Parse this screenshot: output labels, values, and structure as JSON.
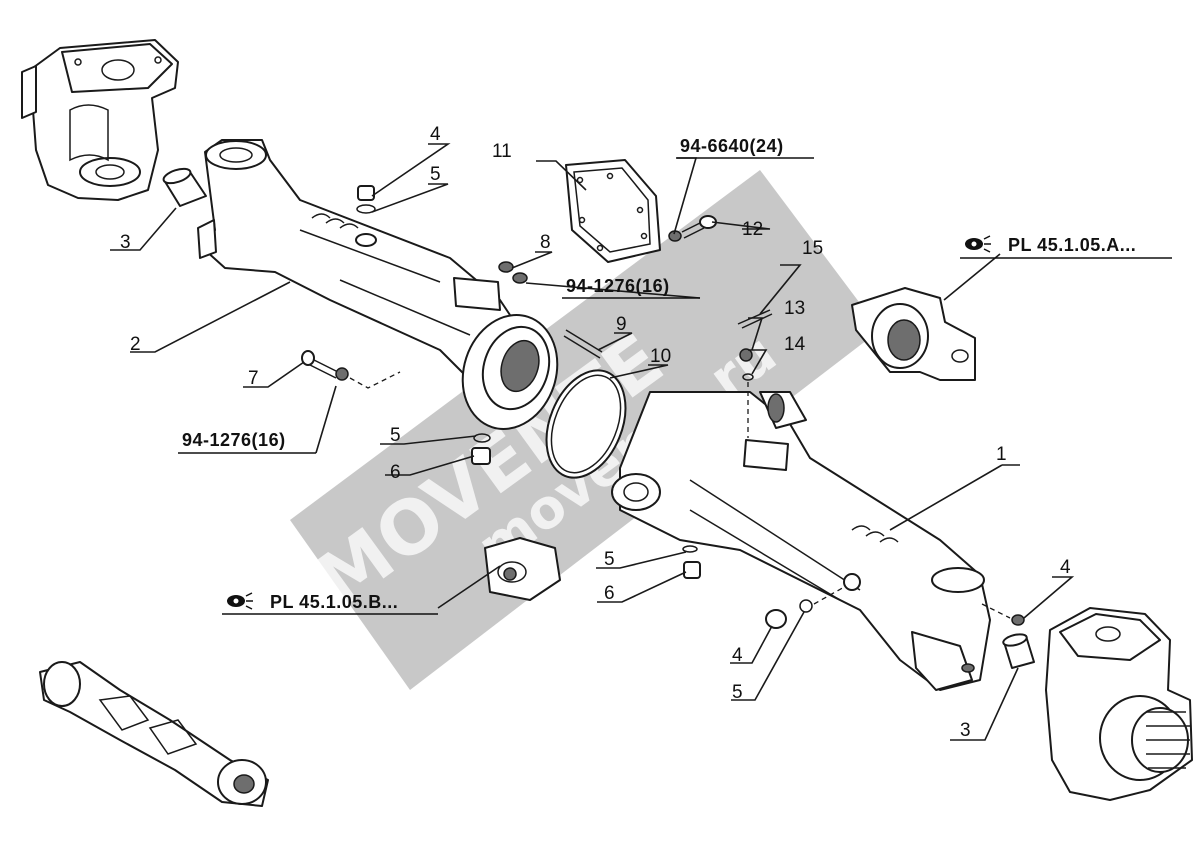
{
  "watermark": {
    "brand": "MOVENTE",
    "domain": "movente.ru"
  },
  "callouts": {
    "c1": "1",
    "c2": "2",
    "c3_left": "3",
    "c3_right": "3",
    "c4_top": "4",
    "c4_bottom_left": "4",
    "c4_right": "4",
    "c5_top": "5",
    "c5_mid_left": "5",
    "c5_mid": "5",
    "c5_bottom": "5",
    "c6_left": "6",
    "c6_mid": "6",
    "c7": "7",
    "c8": "8",
    "c9": "9",
    "c10": "10",
    "c11": "11",
    "c12": "12",
    "c13": "13",
    "c14": "14",
    "c15": "15",
    "ref_94_6640": "94-6640(24)",
    "ref_94_1276_top": "94-1276(16)",
    "ref_94_1276_left": "94-1276(16)",
    "ref_pl_a": "PL 45.1.05.A...",
    "ref_pl_b": "PL 45.1.05.B..."
  },
  "icons": {
    "crossref_icon": "eye-arrow-icon"
  },
  "colors": {
    "line": "#1a1a1a",
    "shade": "#6e6e6e",
    "watermark": "#9a9a9a"
  }
}
